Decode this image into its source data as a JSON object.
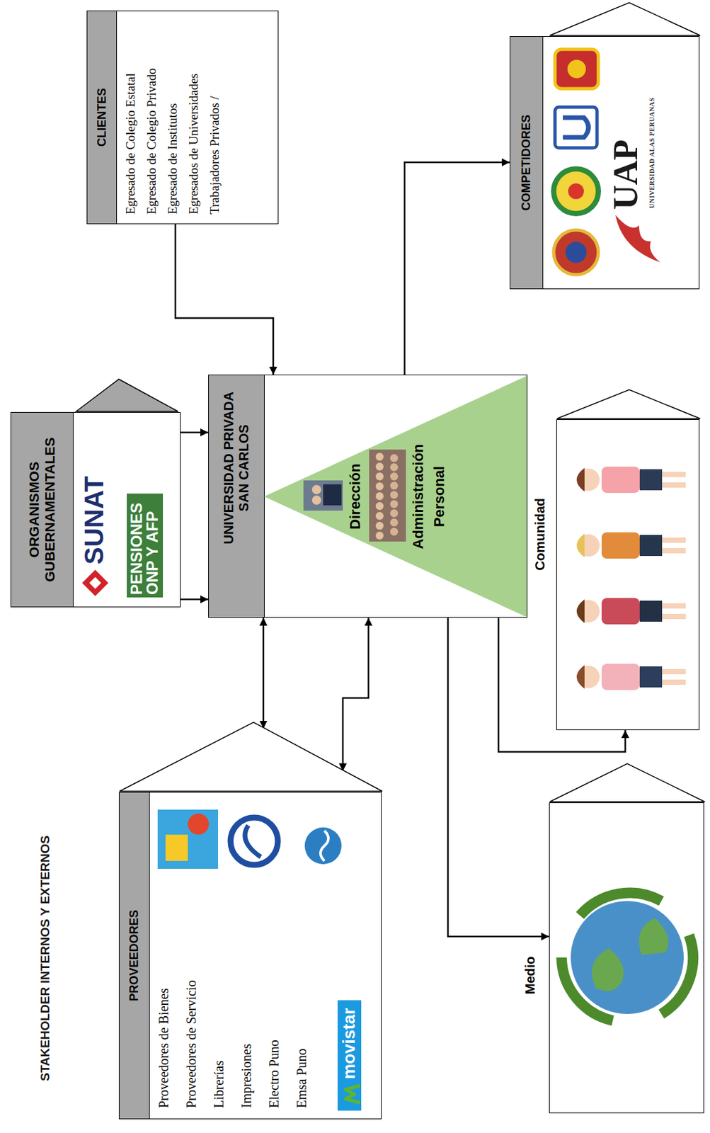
{
  "diagram": {
    "title": "STAKEHOLDER INTERNOS Y EXTERNOS",
    "nodes": [
      {
        "text": [
          "ORGANISMOS GUBERNAMENTALES",
          "SUNAT",
          "PENSIONES ONP Y AFP"
        ]
      },
      {
        "text": [
          "CLIENTES",
          "Egresado de Colegio Estatal",
          "Egresado de Colegio Privado",
          "Egresado de Institutos",
          "Egresados de Universidades",
          "Trabajadores Privados /"
        ]
      },
      {
        "text": [
          "UNIVERSIDAD PRIVADA SAN CARLOS"
        ]
      },
      {
        "text": [
          "Dirección",
          "Administración",
          "Personal"
        ],
        "in": 2
      },
      {
        "text": [
          "PROVEEDORES",
          "Proveedores de Bienes",
          "Proveedores de Servicio",
          "Librerías",
          "Impresiones",
          "Electro Puno",
          "Emsa Puno",
          "movistar"
        ]
      },
      {
        "text": [
          "COMPETIDORES",
          "UAP",
          "UNIVERSIDAD ALAS PERUANAS"
        ]
      },
      {
        "text": [
          "Comunidad"
        ]
      },
      {
        "text": [
          "Medio"
        ]
      }
    ],
    "edges": [
      {
        "from": 1,
        "to": 2,
        "arrow": "to"
      },
      {
        "from": 0,
        "to": 2,
        "arrow": "to"
      },
      {
        "from": 0,
        "to": 2,
        "arrow": "to"
      },
      {
        "from": 2,
        "to": 4,
        "arrow": "both"
      },
      {
        "from": 2,
        "to": 4,
        "arrow": "both"
      },
      {
        "from": 2,
        "to": 5,
        "arrow": "to"
      },
      {
        "from": 2,
        "to": 6,
        "arrow": "to"
      },
      {
        "from": 2,
        "to": 7,
        "arrow": "to"
      }
    ]
  }
}
